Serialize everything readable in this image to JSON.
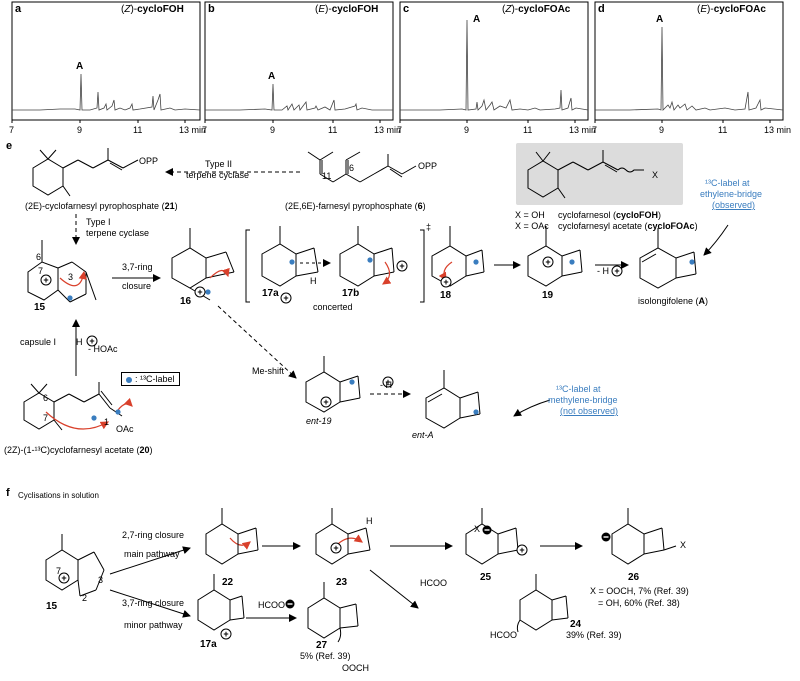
{
  "chromatograms": [
    {
      "letter": "a",
      "title_prefix": "(",
      "title_stereo": "Z",
      "title_mid": ")-",
      "title_bold": "cycloFOH",
      "peak_label": "A"
    },
    {
      "letter": "b",
      "title_prefix": "(",
      "title_stereo": "E",
      "title_mid": ")-",
      "title_bold": "cycloFOH",
      "peak_label": "A"
    },
    {
      "letter": "c",
      "title_prefix": "(",
      "title_stereo": "Z",
      "title_mid": ")-",
      "title_bold": "cycloFOAc",
      "peak_label": "A"
    },
    {
      "letter": "d",
      "title_prefix": "(",
      "title_stereo": "E",
      "title_mid": ")-",
      "title_bold": "cycloFOAc",
      "peak_label": "A"
    }
  ],
  "axis_ticks": [
    "7",
    "9",
    "11",
    "13 min"
  ],
  "panel_e": {
    "letter": "e",
    "type2": "Type II",
    "type2b": "terpene cyclase",
    "type1": "Type I",
    "type1b": "terpene cyclase",
    "opp1": "OPP",
    "opp2": "OPP",
    "cfpp_name": "(2E)-cyclofarnesyl pyrophosphate (",
    "cfpp_num": "21",
    "fpp_name": "(2E,6E)-farnesyl pyrophosphate (",
    "fpp_num": "6",
    "box_x": "X",
    "x_oh": "X = OH",
    "x_oac": "X = OAc",
    "cycloFOH_name": "cyclofarnesol (",
    "cycloFOH_bold": "cycloFOH",
    "cycloFOAc_name": "cyclofarnesyl acetate (",
    "cycloFOAc_bold": "cycloFOAc",
    "ring_closure": "3,7-ring",
    "ring_closure2": "closure",
    "concerted": "concerted",
    "me_shift": "Me-shift",
    "minus_h": "- H",
    "minus_h2": "- H",
    "capsule": "capsule I",
    "h_plus": "H",
    "hoac": "- HOAc",
    "label_key": ": ¹³C-label",
    "label_obs1": "¹³C-label at",
    "label_obs2": "ethylene-bridge",
    "label_obs3": "(observed)",
    "label_nobs1": "¹³C-label at",
    "label_nobs2": "methylene-bridge",
    "label_nobs3": "(not observed)",
    "isolongifolene": "isolongifolene (",
    "isolongifolene_A": "A",
    "entA": "ent-A",
    "ent19": "ent-19",
    "acetate_name": "(2Z)-(1-¹³C)cyclofarnesyl acetate (",
    "acetate_num": "20",
    "n15": "15",
    "n16": "16",
    "n17a": "17a",
    "n17b": "17b",
    "n18": "18",
    "n19": "19",
    "c6": "6",
    "c7": "7",
    "c3": "3",
    "c11": "11",
    "c6b": "6",
    "c6c": "6",
    "c7b": "7",
    "c1": "1",
    "oac": "OAc",
    "h": "H",
    "dagger": "‡"
  },
  "panel_f": {
    "letter": "f",
    "title": "Cyclisations in solution",
    "p27": "2,7-ring closure",
    "main": "main pathway",
    "p37": "3,7-ring closure",
    "minor": "minor pathway",
    "hcoo1": "HCOO",
    "hcoo2": "HCOO",
    "xminus": "X",
    "n15": "15",
    "n22": "22",
    "n23": "23",
    "n25": "25",
    "n26": "26",
    "n24": "24",
    "n17a": "17a",
    "n27": "27",
    "c7": "7",
    "c3": "3",
    "c2": "2",
    "h": "H",
    "x": "X",
    "x_eq1": "X = OOCH, 7% (Ref. 39)",
    "x_eq2": "= OH, 60% (Ref. 38)",
    "y24": "39% (Ref. 39)",
    "y27": "5% (Ref. 39)",
    "hcoo_lab": "HCOO",
    "oocH": "OOCH"
  },
  "colors": {
    "arrow_red": "#d9402b",
    "label_blue": "#3a7dbf",
    "box_grey": "#dcdcdc"
  }
}
